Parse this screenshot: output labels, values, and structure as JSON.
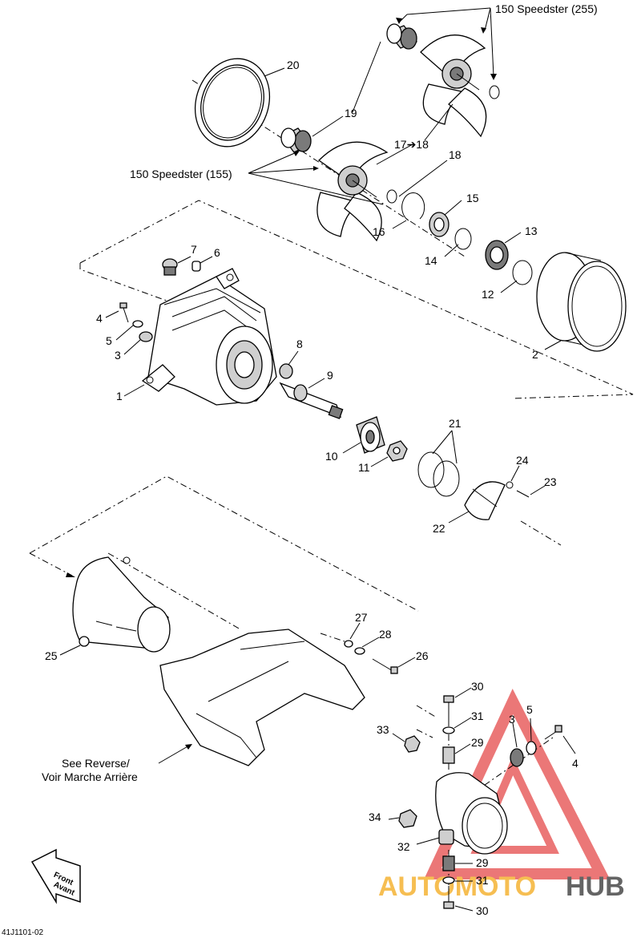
{
  "diagram_code": "41J1101-02",
  "captions": {
    "speedster_255": "150 Speedster (255)",
    "speedster_155": "150 Speedster (155)",
    "see_reverse_line1": "See Reverse/",
    "see_reverse_line2": "Voir Marche Arrière",
    "front_line1": "Front",
    "front_line2": "Avant"
  },
  "callouts": [
    "20",
    "19",
    "17➔18",
    "18",
    "16",
    "15",
    "14",
    "13",
    "12",
    "7",
    "6",
    "4",
    "5",
    "3",
    "1",
    "8",
    "9",
    "2",
    "10",
    "11",
    "21",
    "24",
    "23",
    "22",
    "25",
    "27",
    "28",
    "26",
    "30",
    "31",
    "29",
    "3",
    "5",
    "4",
    "33",
    "34",
    "32",
    "29",
    "31",
    "30"
  ],
  "watermark": {
    "part1": "AUTOMOTO",
    "part2": "HUB",
    "color1": "#f5b335",
    "color2": "#4a4a4a",
    "triangle_color": "#e02a2a"
  }
}
